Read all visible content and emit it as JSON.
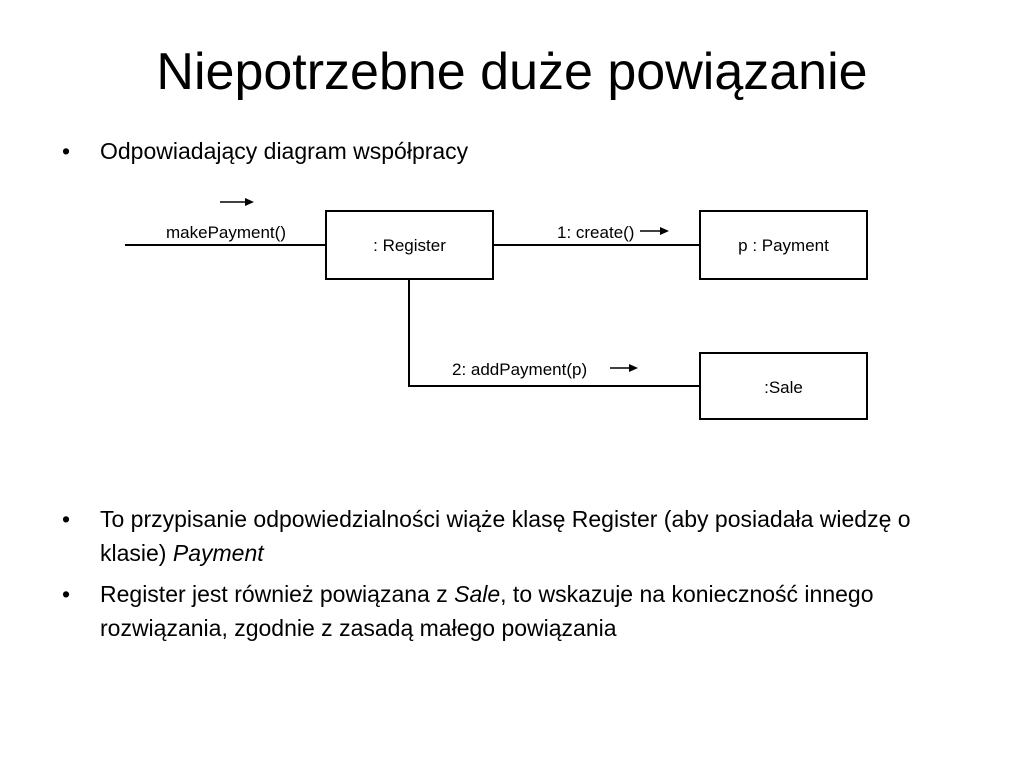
{
  "slide": {
    "title": "Niepotrzebne duże powiązanie"
  },
  "bullets": [
    {
      "marker": "•",
      "text": "Odpowiadający diagram współpracy"
    },
    {
      "marker": "•",
      "parts": [
        "To przypisanie odpowiedzialności wiąże klasę Register (aby posiadała wiedzę o klasie) ",
        "Payment"
      ]
    },
    {
      "marker": "•",
      "parts": [
        "Register jest również powiązana z ",
        "Sale",
        ", to wskazuje na konieczność innego rozwiązania, zgodnie z zasadą małego powiązania"
      ]
    }
  ],
  "diagram": {
    "objects": {
      "register": ": Register",
      "payment": "p : Payment",
      "sale": ":Sale"
    },
    "messages": {
      "make_payment": "makePayment()",
      "create": "1: create()",
      "add_payment": "2: addPayment(p)"
    }
  }
}
